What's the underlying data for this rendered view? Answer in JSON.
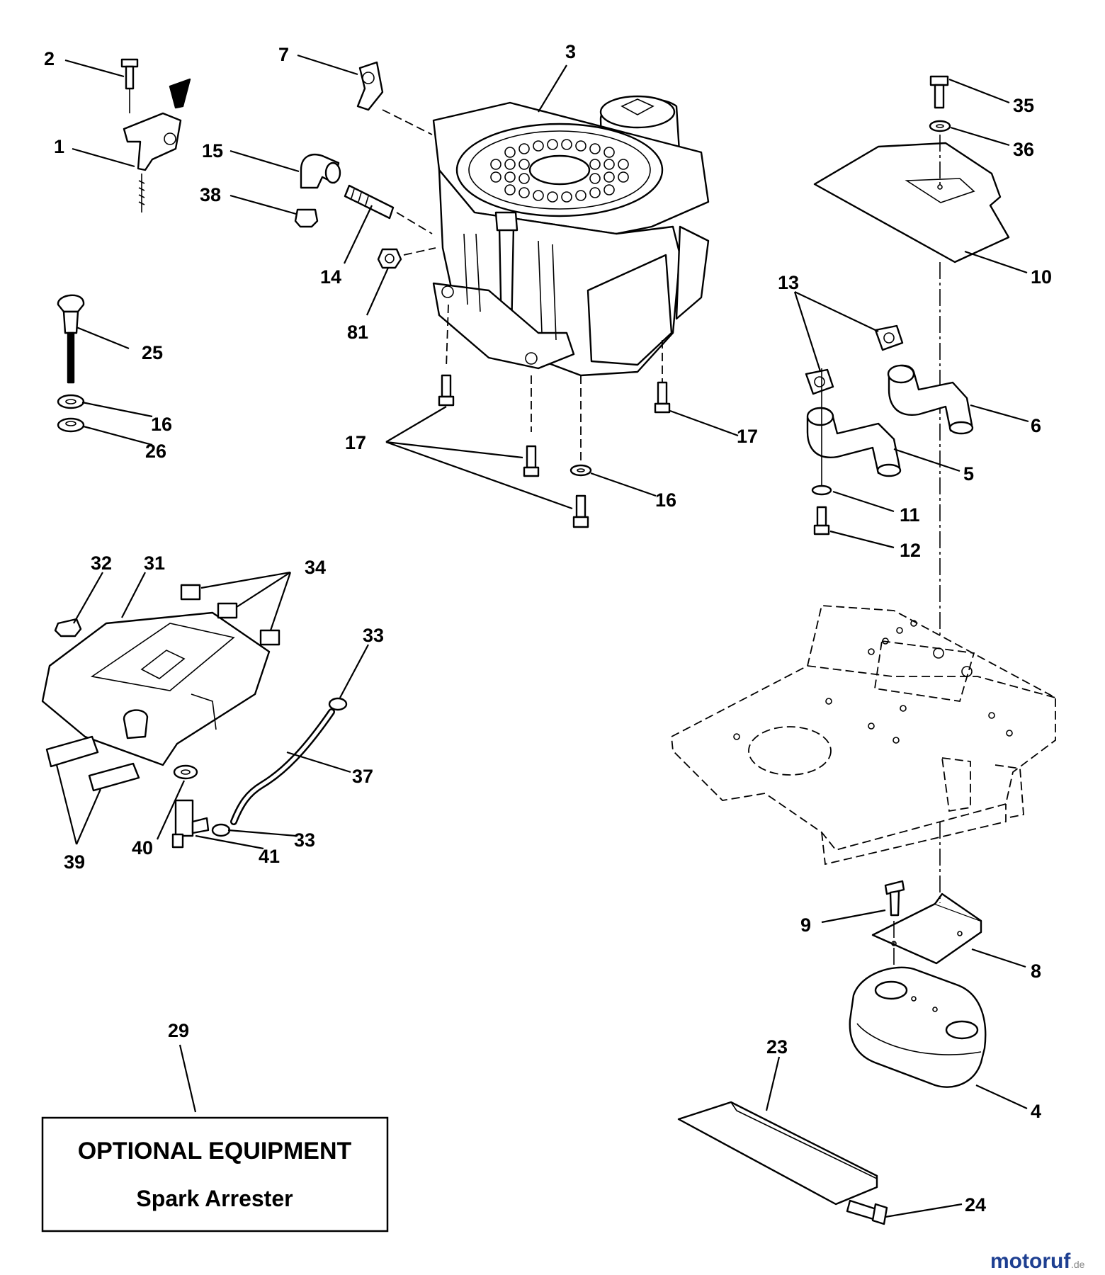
{
  "callouts": {
    "c1": "1",
    "c2": "2",
    "c3": "3",
    "c4": "4",
    "c5": "5",
    "c6": "6",
    "c7": "7",
    "c8": "8",
    "c9": "9",
    "c10": "10",
    "c11": "11",
    "c12": "12",
    "c13": "13",
    "c14": "14",
    "c15": "15",
    "c16a": "16",
    "c16b": "16",
    "c17a": "17",
    "c17b": "17",
    "c23": "23",
    "c24": "24",
    "c25": "25",
    "c26": "26",
    "c29": "29",
    "c31": "31",
    "c32": "32",
    "c33a": "33",
    "c33b": "33",
    "c34": "34",
    "c35": "35",
    "c36": "36",
    "c37": "37",
    "c38": "38",
    "c39": "39",
    "c40": "40",
    "c41": "41",
    "c81": "81"
  },
  "optional_box": {
    "title": "OPTIONAL EQUIPMENT",
    "subtitle": "Spark Arrester"
  },
  "watermark": {
    "name": "motoruf",
    "tld": ".de"
  },
  "colors": {
    "line": "#000000",
    "background": "#ffffff",
    "watermark": "#1e3f91"
  }
}
